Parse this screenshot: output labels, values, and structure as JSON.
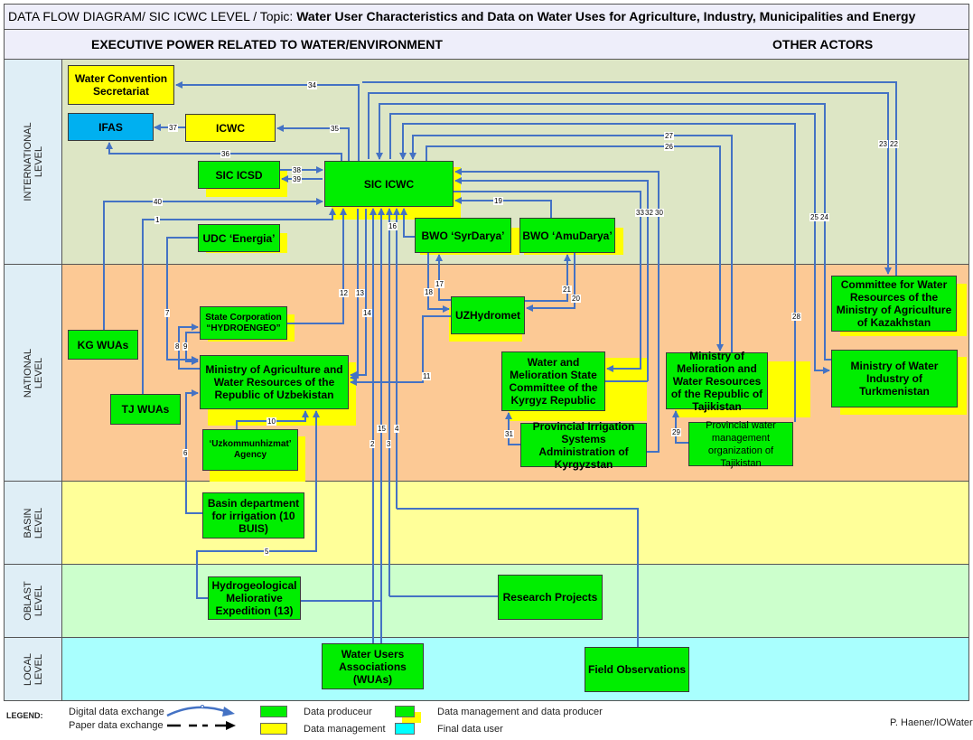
{
  "title": {
    "prefix": "DATA FLOW DIAGRAM/ SIC ICWC LEVEL / Topic: ",
    "topic": "Water User Characteristics and Data on Water Uses for Agriculture, Industry, Municipalities and Energy"
  },
  "columns": {
    "left": "EXECUTIVE  POWER RELATED TO WATER/ENVIRONMENT",
    "right": "OTHER ACTORS"
  },
  "levels": [
    {
      "id": "international",
      "label": "INTERNATIONAL\nLEVEL",
      "color": "#dde6c5"
    },
    {
      "id": "national",
      "label": "NATIONAL\nLEVEL",
      "color": "#fcc995"
    },
    {
      "id": "basin",
      "label": "BASIN\nLEVEL",
      "color": "#ffff99"
    },
    {
      "id": "oblast",
      "label": "OBLAST\nLEVEL",
      "color": "#ccffcc"
    },
    {
      "id": "local",
      "label": "LOCAL\nLEVEL",
      "color": "#a9fffe"
    }
  ],
  "nodes": {
    "wcs": "Water Convention Secretariat",
    "ifas": "IFAS",
    "icwc": "ICWC",
    "sic_icsd": "SIC ICSD",
    "sic_icwc": "SIC ICWC",
    "udc": "UDC ‘Energia’",
    "bwo_syr": "BWO ‘SyrDarya’",
    "bwo_amu": "BWO ‘AmuDarya’",
    "kg_wuas": "KG WUAs",
    "tj_wuas": "TJ WUAs",
    "hydroengeo": "State Corporation “HYDROENGEO”",
    "mawr_uz": "Ministry of Agriculture and Water Resources of the Republic of Uzbekistan",
    "uzkom": "‘Uzkommunhizmat’ Agency",
    "uzhydromet": "UZHydromet",
    "wmsc_kg": "Water and Melioration State Committee of the Kyrgyz Republic",
    "pisa_kg": "Provincial Irrigation Systems Administration of Kyrgyzstan",
    "mmwr_tj": "Ministry of Melioration and Water Resources of the Republic of Tajikistan",
    "pwmo_tj": "Provincial water management organization of Tajikistan",
    "cwr_kz": "Committee for Water Resources of the Ministry of Agriculture of Kazakhstan",
    "mwi_tm": "Ministry of Water Industry of Turkmenistan",
    "basin_dept": "Basin department for irrigation (10 BUIS)",
    "hme": "Hydrogeological Meliorative Expedition (13)",
    "research": "Research Projects",
    "wuas": "Water Users Associations (WUAs)",
    "field_obs": "Field Observations"
  },
  "flow_numbers": [
    "1",
    "2",
    "3",
    "4",
    "5",
    "6",
    "7",
    "8",
    "9",
    "10",
    "11",
    "12",
    "13",
    "14",
    "15",
    "16",
    "17",
    "18",
    "19",
    "20",
    "21",
    "22",
    "23",
    "24",
    "25",
    "26",
    "27",
    "28",
    "29",
    "30",
    "31",
    "32",
    "33",
    "34",
    "35",
    "36",
    "37",
    "38",
    "39",
    "40"
  ],
  "legend": {
    "title": "LEGEND:",
    "digital": "Digital data exchange",
    "paper": "Paper data exchange",
    "producer": "Data produceur",
    "management": "Data management",
    "mgmt_producer": "Data management and data producer",
    "final_user": "Final data user"
  },
  "credit": "P. Haener/IOWater",
  "colors": {
    "producer": "#00ee00",
    "management": "#ffff00",
    "final_user": "#00b0f0",
    "legend_final_user": "#00ffff",
    "arrow": "#4472c4"
  }
}
